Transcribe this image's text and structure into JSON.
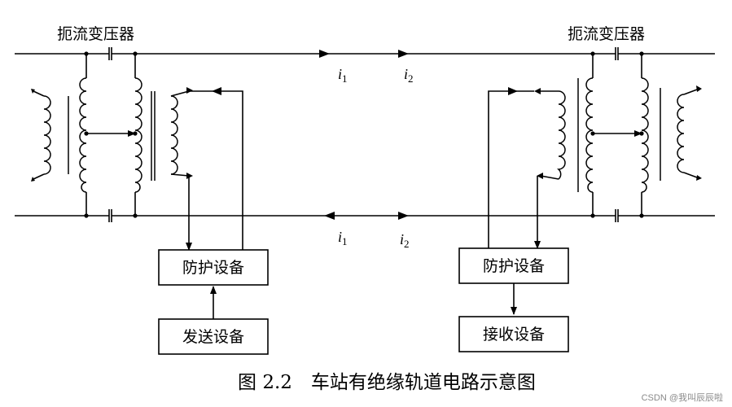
{
  "choke_label_left": "扼流变压器",
  "choke_label_right": "扼流变压器",
  "currents": {
    "top_i1": "i",
    "top_i1_sub": "1",
    "top_i2": "i",
    "top_i2_sub": "2",
    "bot_i1": "i",
    "bot_i1_sub": "1",
    "bot_i2": "i",
    "bot_i2_sub": "2"
  },
  "boxes": {
    "left_protect": "防护设备",
    "left_send": "发送设备",
    "right_protect": "防护设备",
    "right_receive": "接收设备"
  },
  "caption": "图 2.2　车站有绝缘轨道电路示意图",
  "watermark": "CSDN @我叫辰辰啦"
}
